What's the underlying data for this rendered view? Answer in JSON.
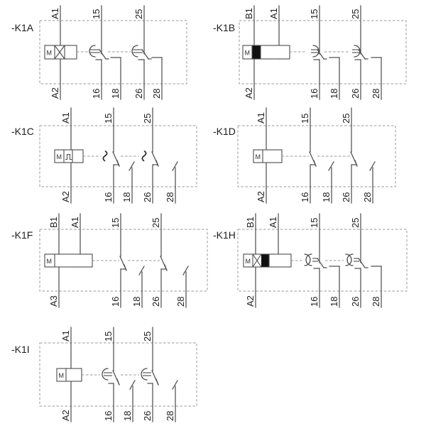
{
  "colors": {
    "line": "#4a4a4a",
    "dashed_frame": "#9a9a9a",
    "text": "#1d1d1d",
    "coil_black_section": "#101010",
    "background": "#ffffff"
  },
  "blocks": [
    {
      "label": "-K1A",
      "coil_letter": "M",
      "coil_marks": "crossed-box-section",
      "delay_symbol": "release-delay-arc",
      "top_terminals": [
        "A1",
        "15",
        "25"
      ],
      "bottom_terminals": [
        "A2",
        "16",
        "18",
        "26",
        "28"
      ]
    },
    {
      "label": "-K1B",
      "coil_letter": "M",
      "coil_marks": "solid-black-section",
      "delay_symbol": "operate-delay-arc",
      "top_terminals": [
        "B1",
        "A1",
        "15",
        "25"
      ],
      "bottom_terminals": [
        "A2",
        "16",
        "18",
        "26",
        "28"
      ]
    },
    {
      "label": "-K1C",
      "coil_letter": "M",
      "coil_marks": "pulse-section",
      "delay_symbol": "passing-contact-squiggle",
      "top_terminals": [
        "A1",
        "15",
        "25"
      ],
      "bottom_terminals": [
        "A2",
        "16",
        "18",
        "26",
        "28"
      ]
    },
    {
      "label": "-K1D",
      "coil_letter": "M",
      "coil_marks": "none",
      "delay_symbol": "none",
      "top_terminals": [
        "A1",
        "15",
        "25"
      ],
      "bottom_terminals": [
        "A2",
        "16",
        "18",
        "26",
        "28"
      ]
    },
    {
      "label": "-K1F",
      "coil_letter": "M",
      "coil_marks": "none",
      "delay_symbol": "none",
      "top_terminals": [
        "B1",
        "A1",
        "15",
        "25"
      ],
      "bottom_terminals": [
        "A3",
        "16",
        "18",
        "26",
        "28"
      ]
    },
    {
      "label": "-K1H",
      "coil_letter": "M",
      "coil_marks": "crossed-box-and-solid-black-section",
      "delay_symbol": "operate-and-release-delay-arcs",
      "top_terminals": [
        "B1",
        "A1",
        "15",
        "25"
      ],
      "bottom_terminals": [
        "A2",
        "16",
        "18",
        "26",
        "28"
      ]
    },
    {
      "label": "-K1I",
      "coil_letter": "M",
      "coil_marks": "none",
      "delay_symbol": "release-delay-arc",
      "top_terminals": [
        "A1",
        "15",
        "25"
      ],
      "bottom_terminals": [
        "A2",
        "16",
        "18",
        "26",
        "28"
      ]
    }
  ]
}
